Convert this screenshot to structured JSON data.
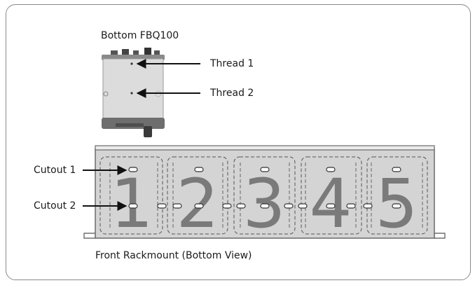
{
  "device": {
    "title": "Bottom FBQ100",
    "thread_1": "Thread 1",
    "thread_2": "Thread 2"
  },
  "rack": {
    "cutout_1": "Cutout 1",
    "cutout_2": "Cutout 2",
    "slots": [
      "1",
      "2",
      "3",
      "4",
      "5"
    ],
    "caption": "Front Rackmount (Bottom View)"
  },
  "colors": {
    "rack_fill": "#d4d4d4",
    "device_body": "#dcdcdc",
    "device_base": "#6e6e6e"
  }
}
